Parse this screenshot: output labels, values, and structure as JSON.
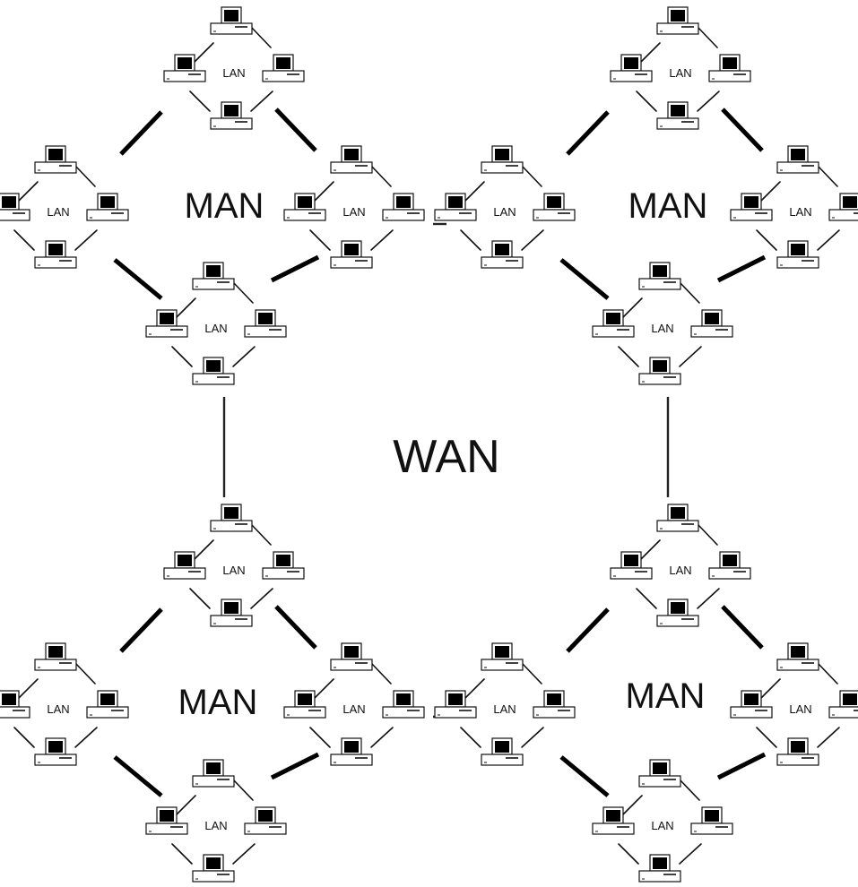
{
  "lan_label": "LAN",
  "man_label": "MAN",
  "wan_label": "WAN",
  "colors": {
    "line": "#111111",
    "screen": "#000000",
    "background": "#ffffff"
  },
  "icons": {
    "computer": "desktop-computer-icon"
  }
}
